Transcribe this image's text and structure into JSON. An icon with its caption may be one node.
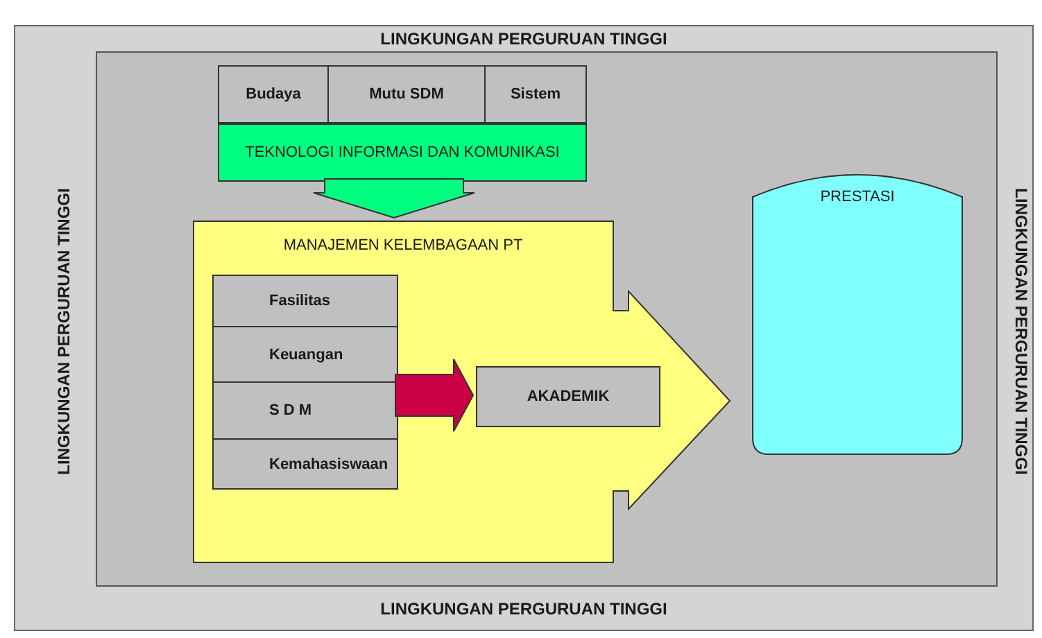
{
  "diagram": {
    "nodes": [
      {
        "text": [
          "LINGKUNGAN PERGURUAN TINGGI",
          "LINGKUNGAN PERGURUAN TINGGI",
          "LINGKUNGAN PERGURUAN TINGGI",
          "LINGKUNGAN PERGURUAN TINGGI"
        ]
      },
      {
        "text": [],
        "shape": "box",
        "in": 0
      },
      {
        "text": [
          "Budaya"
        ],
        "in": 1
      },
      {
        "text": [
          "Mutu SDM"
        ],
        "in": 1
      },
      {
        "text": [
          "Sistem"
        ],
        "in": 1
      },
      {
        "text": [
          "TEKNOLOGI INFORMASI DAN KOMUNIKASI"
        ],
        "in": 1
      },
      {
        "text": [
          "MANAJEMEN KELEMBAGAAN PT"
        ],
        "in": 1
      },
      {
        "text": [
          "Fasilitas"
        ],
        "in": 6
      },
      {
        "text": [
          "Keuangan"
        ],
        "in": 6
      },
      {
        "text": [
          "S D M"
        ],
        "in": 6
      },
      {
        "text": [
          "Kemahasiswaan"
        ],
        "in": 6
      },
      {
        "text": [
          "AKADEMIK"
        ],
        "in": 6
      },
      {
        "text": [
          "PRESTASI"
        ],
        "in": 1
      }
    ],
    "edges": [
      {
        "from": 5,
        "to": 6,
        "arrow": "to",
        "style": "thick",
        "color": "#00ff80"
      },
      {
        "from": 9,
        "to": 11,
        "arrow": "to",
        "style": "thick",
        "color": "#cc0044"
      }
    ]
  }
}
